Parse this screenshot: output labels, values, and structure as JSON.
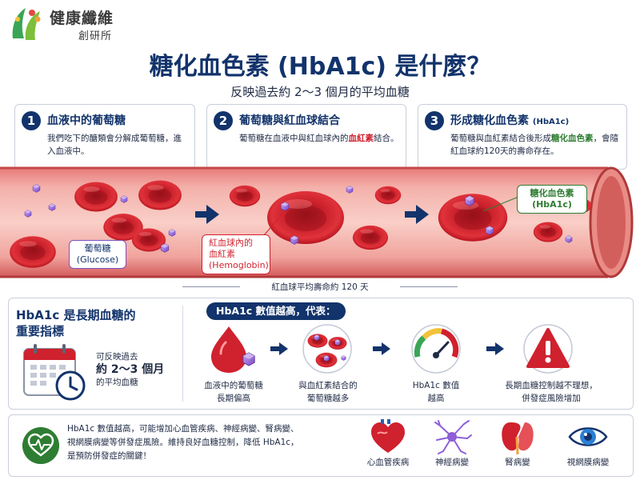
{
  "logo": {
    "name": "健康纖維",
    "sub": "創研所"
  },
  "header": {
    "title": "糖化血色素 (HbA1c) 是什麼？",
    "subtitle": "反映過去約 2〜3 個月的平均血糖"
  },
  "steps": [
    {
      "num": "1",
      "title": "血液中的葡萄糖",
      "desc": "我們吃下的醣類會分解成葡萄糖，進入血液中。"
    },
    {
      "num": "2",
      "title": "葡萄糖與紅血球結合",
      "desc_a": "葡萄糖在血液中與紅血球內的",
      "desc_b": "血紅素",
      "desc_c": "結合。"
    },
    {
      "num": "3",
      "title": "形成糖化血色素",
      "title_small": "(HbA1c)",
      "desc_a": "葡萄糖與血紅素結合後形成",
      "desc_b": "糖化血色素",
      "desc_c": "，會隨紅血球約120天的壽命存在。"
    }
  ],
  "vessel": {
    "glucose_label": "葡萄糖",
    "glucose_en": "(Glucose)",
    "hemo_label_1": "紅血球內的",
    "hemo_label_2": "血紅素",
    "hemo_en": "(Hemoglobin)",
    "hba1c_label": "糖化血色素",
    "hba1c_en": "(HbA1c)",
    "lifespan": "紅血球平均壽命約 120 天"
  },
  "left_panel": {
    "title_1": "HbA1c 是長期血糖的",
    "title_2": "重要指標",
    "desc_1": "可反映過去",
    "desc_2": "約 2〜3 個月",
    "desc_3": "的平均血糖"
  },
  "indicator": {
    "pill": "HbA1c 數值越高，代表：",
    "items": [
      {
        "line1": "血液中的葡萄糖",
        "line2": "長期偏高"
      },
      {
        "line1": "與血紅素結合的",
        "line2": "葡萄糖越多"
      },
      {
        "line1": "HbA1c 數值",
        "line2": "越高"
      },
      {
        "line1": "長期血糖控制越不理想，",
        "line2": "併發症風險增加"
      }
    ]
  },
  "bottom": {
    "line1": "HbA1c 數值越高，可能增加心血管疾病、神經病變、腎病變、",
    "line2": "視網膜病變等併發症風險。維持良好血糖控制，降低 HbA1c，",
    "line3": "是預防併發症的關鍵！",
    "complications": [
      "心血管疾病",
      "神經病變",
      "腎病變",
      "視網膜病變"
    ]
  },
  "colors": {
    "navy": "#12336b",
    "red": "#d0212e",
    "green": "#2e7d32",
    "purple": "#8e5fd6"
  },
  "icons": [
    "logo-mark-icon",
    "red-blood-cell-icon",
    "glucose-crystal-icon",
    "arrow-right-icon",
    "calendar-clock-icon",
    "blood-drop-icon",
    "gauge-icon",
    "warning-icon",
    "heart-pulse-icon",
    "heart-icon",
    "neuron-icon",
    "kidney-icon",
    "eye-icon"
  ]
}
